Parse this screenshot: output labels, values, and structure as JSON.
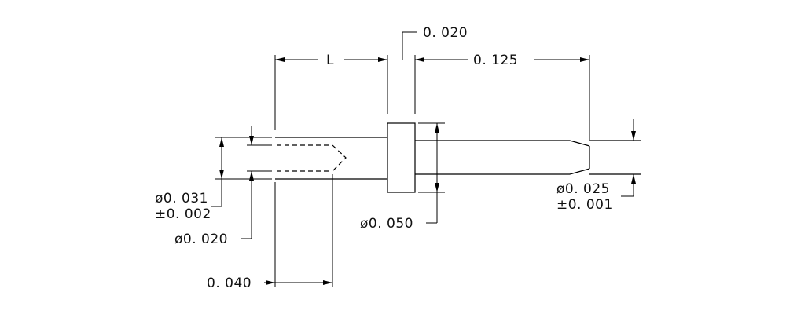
{
  "dimensions": {
    "flange_width": "0. 020",
    "length": "L",
    "tail_length": "0. 125",
    "socket_diameter": [
      "ø0. 031",
      "±0. 002"
    ],
    "bore_diameter": "ø0. 020",
    "depth": "0. 040",
    "flange_diameter": "ø0. 050",
    "pin_diameter": [
      "ø0. 025",
      "±0. 001"
    ]
  }
}
